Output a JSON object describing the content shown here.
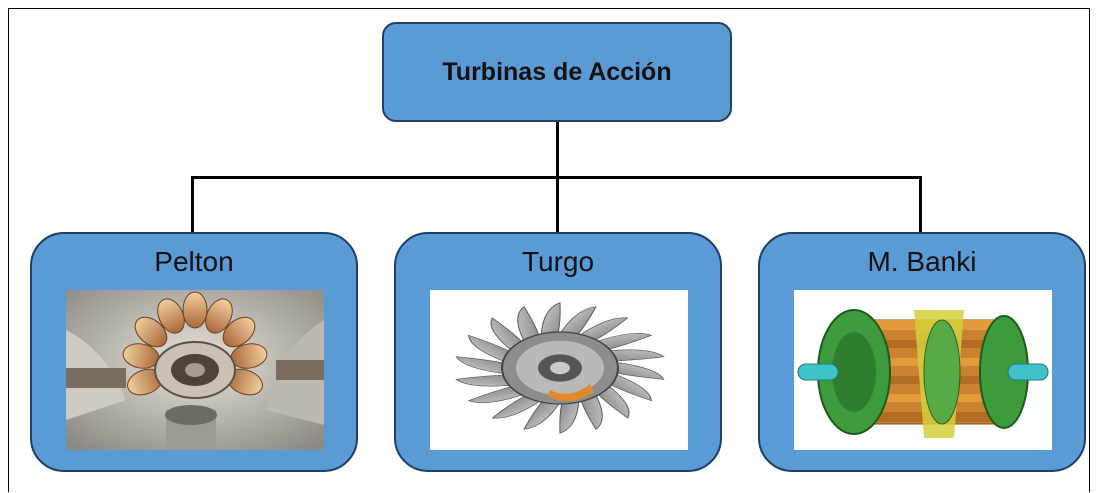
{
  "root": {
    "title": "Turbinas de Acción"
  },
  "children": [
    {
      "label": "Pelton",
      "image": "pelton-turbine-photo"
    },
    {
      "label": "Turgo",
      "image": "turgo-turbine-photo"
    },
    {
      "label": "M. Banki",
      "image": "banki-turbine-render"
    }
  ],
  "colors": {
    "box_fill": "#5b9bd5",
    "box_border": "#1f3f66",
    "connector": "#000000"
  }
}
